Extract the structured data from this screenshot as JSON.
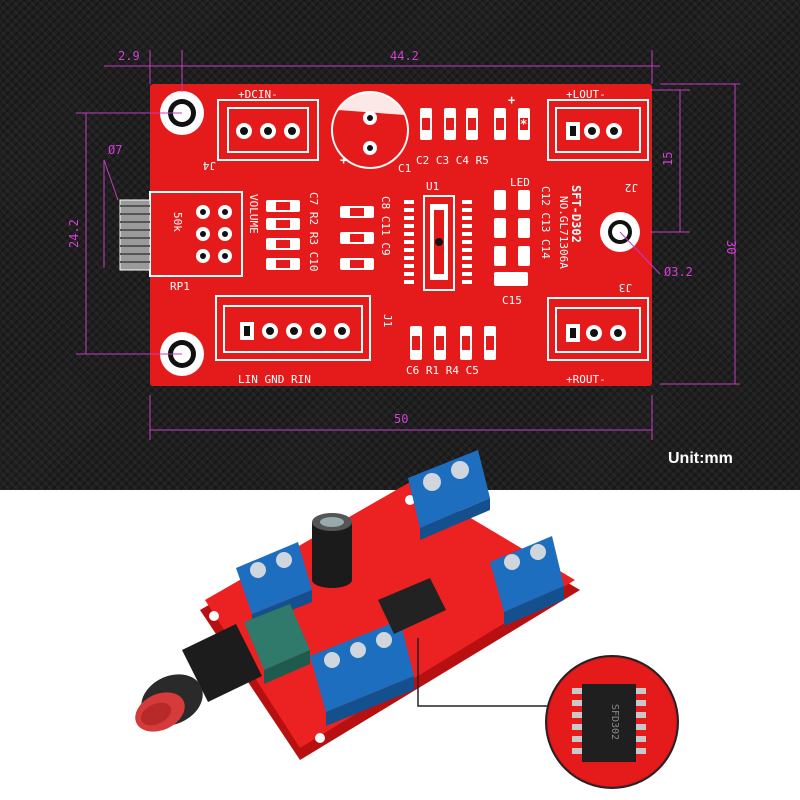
{
  "dimensions": {
    "hole_offset": "2.9",
    "top_width": "44.2",
    "hole_dia": "Ø7",
    "height_left": "24.2",
    "height_j2": "15",
    "height_right": "30",
    "hole_dia2": "Ø3.2",
    "total_width": "50"
  },
  "unit_label": "Unit:mm",
  "silkscreen": {
    "dcin": "+DCIN-",
    "lout": "+LOUT-",
    "rout": "+ROUT-",
    "lin_gnd_rin": "LIN GND RIN",
    "volume": "VOLUME",
    "pot_value": "50k",
    "rp1": "RP1",
    "j1": "J1",
    "j2": "J2",
    "j3": "J3",
    "j4": "J4",
    "c1": "C1",
    "u1": "U1",
    "led": "LED",
    "top_caps": "C2 C3 C4 R5",
    "left_col1": "C7 R2 R3 C10",
    "mid_col": "C8 C11 C9",
    "right_col": "C12 C13 C14",
    "c15": "C15",
    "bottom_row": "C6 R1 R4 C5",
    "model": "SFT-D302",
    "serial": "NO.GL71306A",
    "plus": "+",
    "star": "*"
  },
  "chip_marking": "SFD302"
}
